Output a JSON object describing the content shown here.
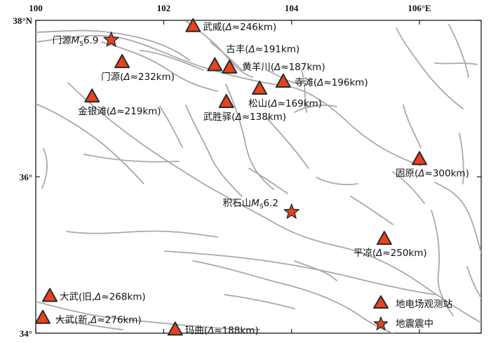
{
  "axes": {
    "x_ticks": [
      {
        "lon": 100,
        "label": "100"
      },
      {
        "lon": 102,
        "label": "102"
      },
      {
        "lon": 104,
        "label": "104"
      },
      {
        "lon": 106,
        "label": "106°E"
      }
    ],
    "y_ticks": [
      {
        "lat": 38,
        "label": "38°N"
      },
      {
        "lat": 36,
        "label": "36°"
      },
      {
        "lat": 34,
        "label": "34°"
      }
    ],
    "lon_range": [
      100,
      107
    ],
    "lat_range": [
      34,
      38
    ]
  },
  "stations": [
    {
      "id": "wuwei",
      "lon": 102.46,
      "lat": 37.93,
      "name": "武威",
      "dist": "246km"
    },
    {
      "id": "gufeng",
      "lon": 102.8,
      "lat": 37.43,
      "name": "古丰",
      "dist": "191km"
    },
    {
      "id": "huangyangchuan",
      "lon": 103.03,
      "lat": 37.4,
      "name": "黄羊川",
      "dist": "187km"
    },
    {
      "id": "menyuan",
      "lon": 101.35,
      "lat": 37.47,
      "name": "门源",
      "dist": "232km"
    },
    {
      "id": "sitan",
      "lon": 103.87,
      "lat": 37.22,
      "name": "寺滩",
      "dist": "196km"
    },
    {
      "id": "songshan",
      "lon": 103.5,
      "lat": 37.13,
      "name": "松山",
      "dist": "169km"
    },
    {
      "id": "jinyintan",
      "lon": 100.88,
      "lat": 37.03,
      "name": "金银滩",
      "dist": "219km"
    },
    {
      "id": "wushengyi",
      "lon": 102.98,
      "lat": 36.96,
      "name": "武胜驿",
      "dist": "138km"
    },
    {
      "id": "guyuan",
      "lon": 106.0,
      "lat": 36.23,
      "name": "固原",
      "dist": "300km"
    },
    {
      "id": "pingliang",
      "lon": 105.45,
      "lat": 35.21,
      "name": "平凉",
      "dist": "250km"
    },
    {
      "id": "dawu-old",
      "lon": 100.22,
      "lat": 34.48,
      "name": "大武(旧,",
      "dist": "268km"
    },
    {
      "id": "dawu-new",
      "lon": 100.11,
      "lat": 34.2,
      "name": "大武(新,",
      "dist": "276km"
    },
    {
      "id": "maqu",
      "lon": 102.18,
      "lat": 34.05,
      "name": "玛曲",
      "dist": "188km"
    }
  ],
  "delta_prefix": "Δ≈",
  "epicenters": [
    {
      "id": "menyuan-eq",
      "lon": 101.18,
      "lat": 37.75,
      "label_main": "门源",
      "label_m": "M",
      "label_sub": "S",
      "label_mag": "6.9"
    },
    {
      "id": "jishishan-eq",
      "lon": 104.0,
      "lat": 35.55,
      "label_main": "积石山",
      "label_m": "M",
      "label_sub": "S",
      "label_mag": "6.2"
    }
  ],
  "legend": {
    "station_label": "地电场观测站",
    "epicenter_label": "地震震中"
  },
  "colors": {
    "symbol_fill": "#e8421e",
    "fault_line": "#a9a9a9"
  }
}
